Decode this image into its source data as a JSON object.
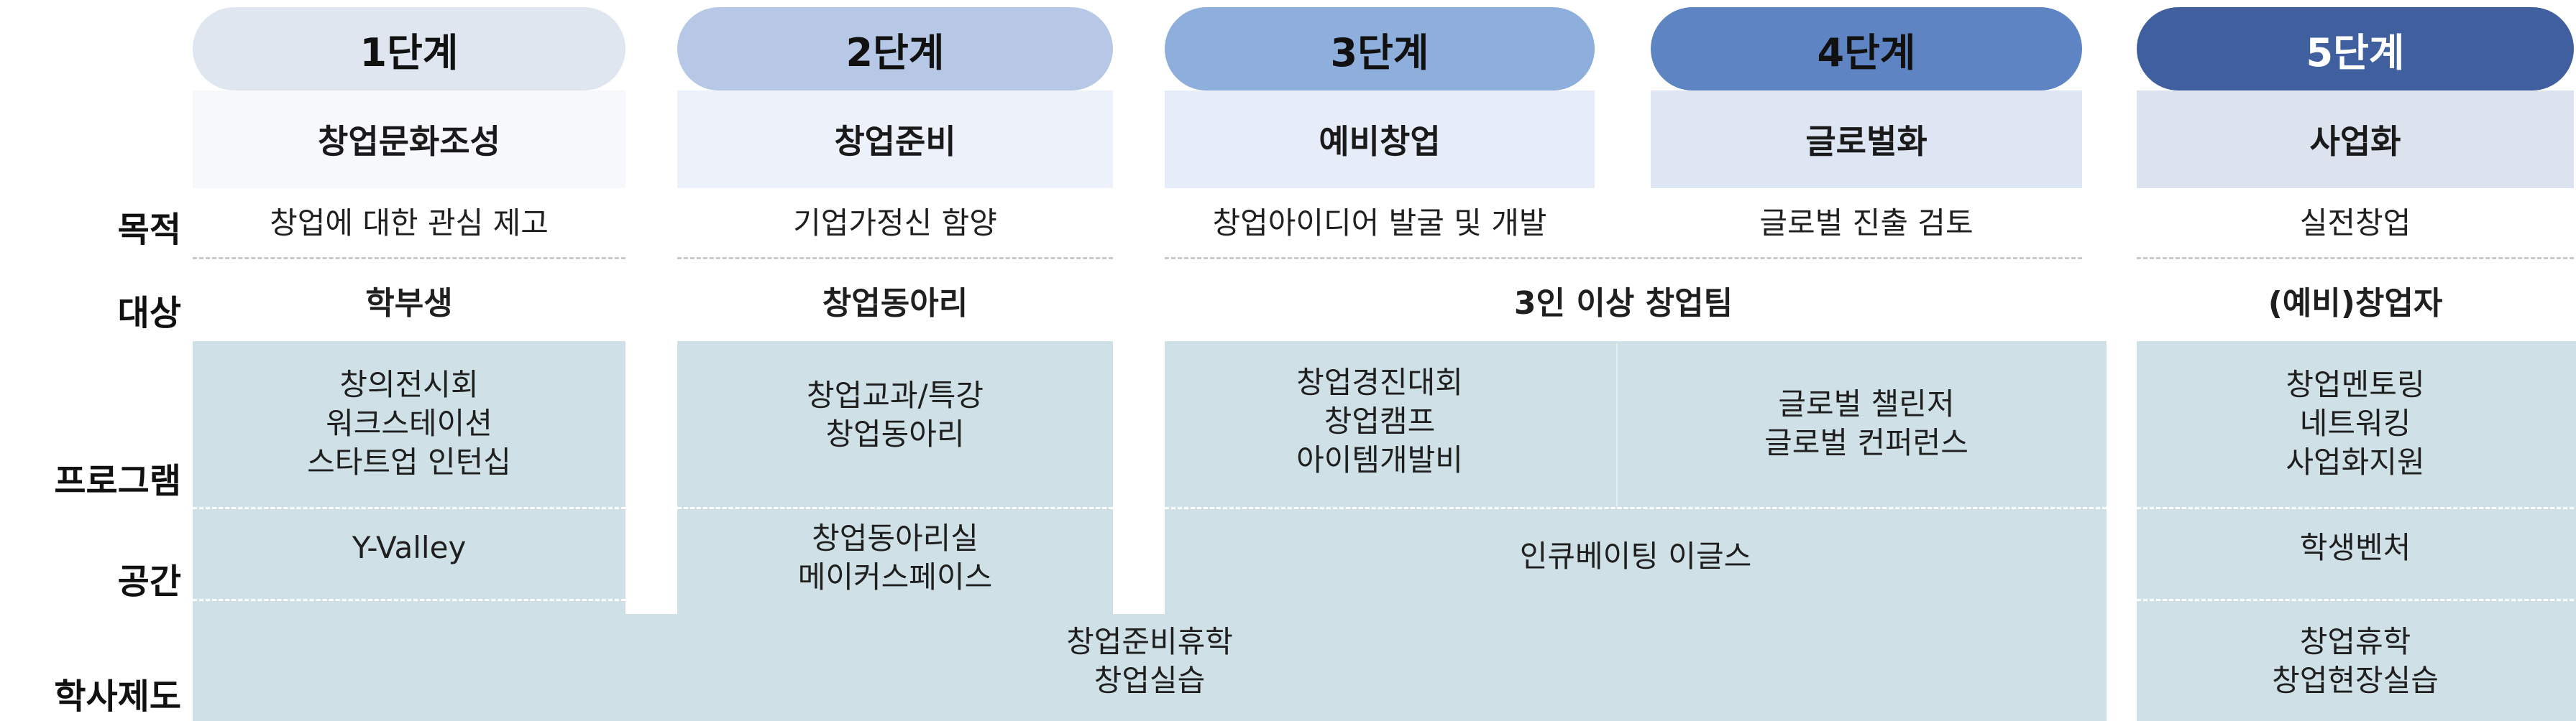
{
  "colors": {
    "stage1": "#dfe6f0",
    "stage2": "#b6c8e6",
    "stage3": "#8eaedc",
    "stage4": "#5f84c4",
    "stage5": "#3f5f9e",
    "band": "#cfe0e6"
  },
  "row_labels": {
    "purpose": "목적",
    "target": "대상",
    "program": "프로그램",
    "space": "공간",
    "system": "학사제도"
  },
  "stages": [
    {
      "label": "1단계",
      "title": "창업문화조성",
      "purpose": "창업에 대한 관심 제고",
      "target": "학부생",
      "program": [
        "창의전시회",
        "워크스테이션",
        "스타트업 인턴십"
      ],
      "space": [
        "Y-Valley"
      ]
    },
    {
      "label": "2단계",
      "title": "창업준비",
      "purpose": "기업가정신 함양",
      "target": "창업동아리",
      "program": [
        "창업교과/특강",
        "창업동아리"
      ],
      "space": [
        "창업동아리실",
        "메이커스페이스"
      ]
    },
    {
      "label": "3단계",
      "title": "예비창업",
      "purpose": "창업아이디어 발굴 및 개발",
      "program": [
        "창업경진대회",
        "창업캠프",
        "아이템개발비"
      ]
    },
    {
      "label": "4단계",
      "title": "글로벌화",
      "purpose": "글로벌 진출 검토",
      "program": [
        "글로벌 챌린저",
        "글로벌 컨퍼런스"
      ]
    },
    {
      "label": "5단계",
      "title": "사업화",
      "purpose": "실전창업",
      "target": "(예비)창업자",
      "program": [
        "창업멘토링",
        "네트워킹",
        "사업화지원"
      ],
      "space": [
        "학생벤처"
      ],
      "system": [
        "창업휴학",
        "창업현장실습"
      ]
    }
  ],
  "merged": {
    "target_3_4": "3인 이상 창업팀",
    "space_3_4": "인큐베이팅 이글스",
    "system_1_4": [
      "창업준비휴학",
      "창업실습"
    ]
  }
}
